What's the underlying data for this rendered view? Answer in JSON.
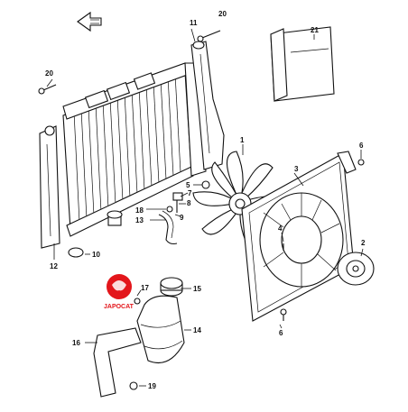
{
  "diagram": {
    "callouts": [
      "1",
      "2",
      "3",
      "4",
      "5",
      "6",
      "6",
      "7",
      "8",
      "9",
      "10",
      "11",
      "12",
      "13",
      "14",
      "15",
      "16",
      "17",
      "18",
      "19",
      "20",
      "20",
      "21"
    ]
  },
  "logo": {
    "text": "JAPOCAT",
    "color": "#e3161b"
  }
}
